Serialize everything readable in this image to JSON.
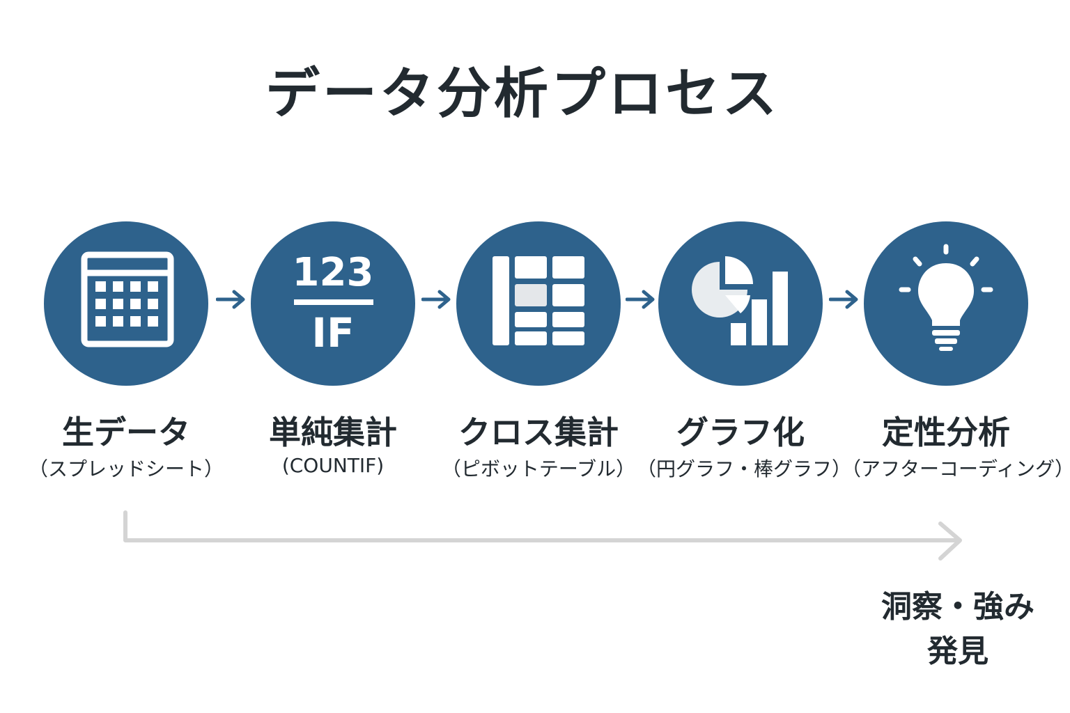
{
  "title": "データ分析プロセス",
  "colors": {
    "circle": "#2e628c",
    "arrow": "#2e628c",
    "icon": "#ffffff",
    "timeline": "#d4d4d4",
    "text": "#222a30"
  },
  "steps": [
    {
      "label": "生データ",
      "sublabel": "（スプレッドシート）",
      "icon": "spreadsheet-icon"
    },
    {
      "label": "単純集計",
      "sublabel": "(COUNTIF)",
      "icon": "formula-icon",
      "icon_text_top": "123",
      "icon_text_bottom": "IF"
    },
    {
      "label": "クロス集計",
      "sublabel": "（ピボットテーブル）",
      "icon": "pivot-table-icon"
    },
    {
      "label": "グラフ化",
      "sublabel": "（円グラフ・棒グラフ）",
      "icon": "chart-icon"
    },
    {
      "label": "定性分析",
      "sublabel": "（アフターコーディング）",
      "icon": "lightbulb-icon"
    }
  ],
  "outcome": {
    "line1": "洞察・強み",
    "line2": "発見"
  }
}
